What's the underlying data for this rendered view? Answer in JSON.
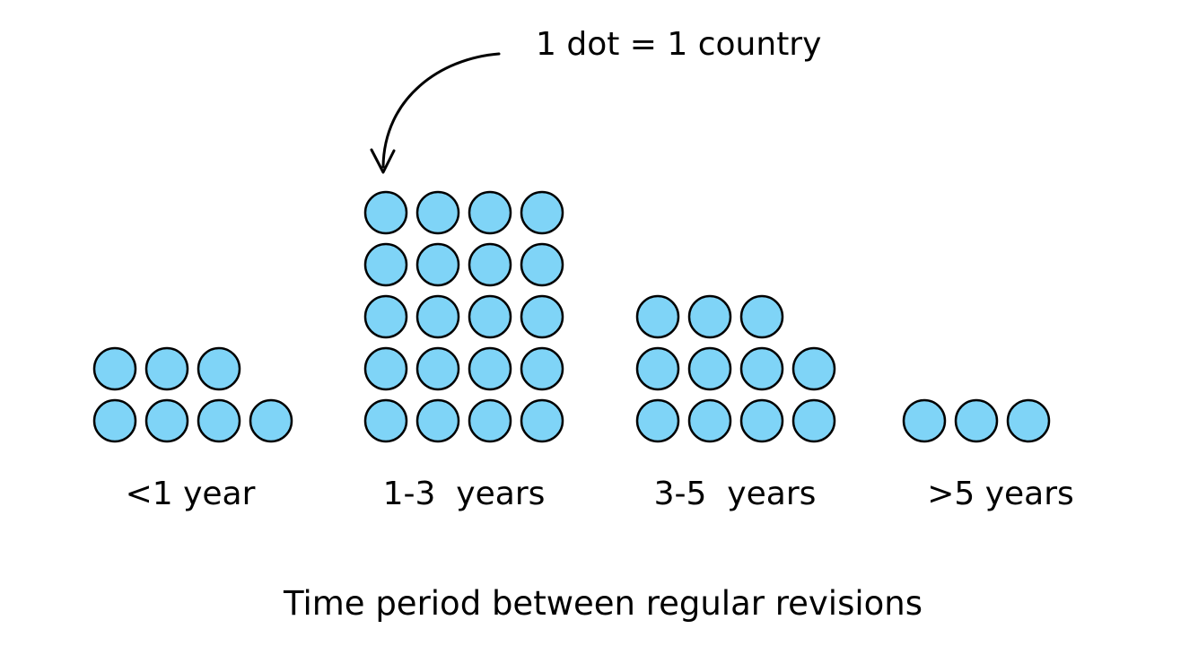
{
  "chart_data": {
    "type": "bar",
    "subtype": "pictograph-dot-plot",
    "title": "Time period between regular revisions",
    "unit_note": "1 dot = 1 country",
    "categories": [
      "<1 year",
      "1-3  years",
      "3-5  years",
      ">5 years"
    ],
    "values": [
      7,
      20,
      11,
      3
    ],
    "max_dots_per_row": 4,
    "dot_fill_color": "#7FD4F7",
    "dot_border_color": "#000000",
    "background_color": "#FFFFFF",
    "xlabel": "",
    "ylabel": "",
    "grid": false,
    "legend_position": "none"
  }
}
